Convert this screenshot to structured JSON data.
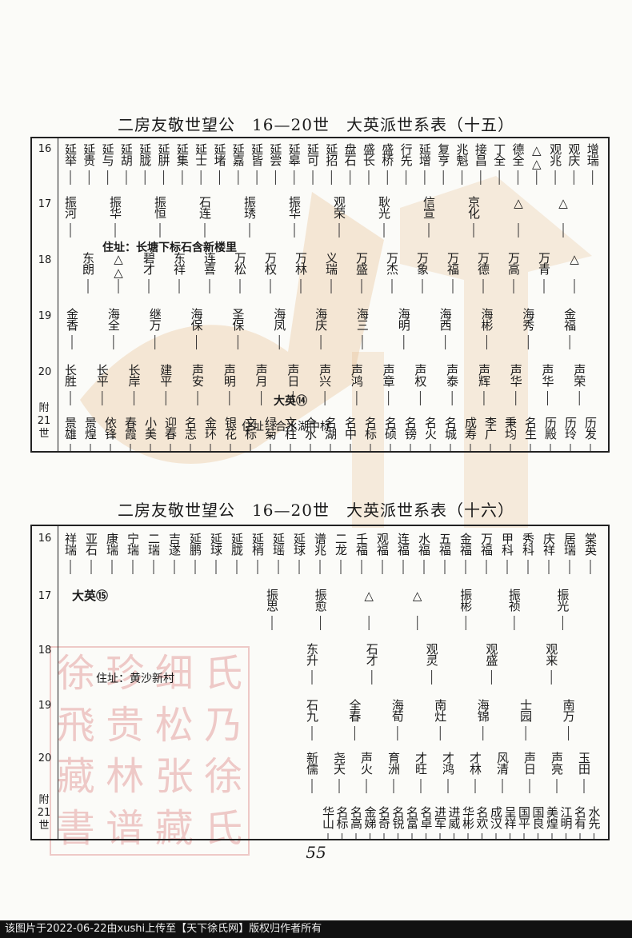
{
  "page_title_1": "二房友敬世望公　16—20世　大英派世系表（十五）",
  "page_title_2": "二房友敬世望公　16—20世　大英派世系表（十六）",
  "gen_labels": [
    "16",
    "17",
    "18",
    "19",
    "20",
    "附21世"
  ],
  "table1": {
    "g16": [
      "延举",
      "延贵",
      "延与",
      "延胡",
      "延胧",
      "延肼",
      "延集",
      "延士",
      "延堵",
      "延嘉",
      "延皆",
      "延尝",
      "延皋",
      "延可",
      "延招",
      "盘石",
      "盛长",
      "盛桥",
      "行先",
      "延增",
      "复亨",
      "兆魁",
      "接昌",
      "丁全",
      "德全",
      "△△",
      "观兆",
      "观庆",
      "增瑞"
    ],
    "g17": [
      "振河",
      "振华",
      "振恒",
      "石连",
      "振琇",
      "振华",
      "观荣",
      "耿光",
      "信宣",
      "京化",
      "△",
      "△"
    ],
    "g18": [
      "东朗",
      "△△",
      "碧才",
      "东祥",
      "连喜",
      "万松",
      "万权",
      "万林",
      "义瑞",
      "万盛",
      "万杰",
      "万象",
      "万福",
      "万德",
      "万高",
      "万青",
      "△"
    ],
    "g19": [
      "金香",
      "海全",
      "继万",
      "海保",
      "圣保",
      "海凤",
      "海庆",
      "海三",
      "海明",
      "海西",
      "海彬",
      "海秀",
      "金福"
    ],
    "g20": [
      "长胜",
      "长平",
      "长岸",
      "建平",
      "声安",
      "声明",
      "声月",
      "声日",
      "声兴",
      "声鸿",
      "声章",
      "声权",
      "声泰",
      "声辉",
      "声华",
      "声华",
      "声荣"
    ],
    "g21": [
      "景雄",
      "景煌",
      "依锋",
      "春霞",
      "小美",
      "迎春",
      "名志",
      "金环",
      "银花",
      "文标",
      "绿菊",
      "文柱",
      "合水",
      "名湖",
      "名中",
      "名标",
      "名硕",
      "名镑",
      "名火",
      "名城",
      "成寿",
      "李广",
      "秉均",
      "名生",
      "历殿",
      "历玲",
      "历发"
    ],
    "address": "住址：长塘下标石含新楼里",
    "address2": "住址：合水湖中标",
    "note": "大英⑭"
  },
  "table2": {
    "g16": [
      "祥瑞",
      "亚石",
      "康瑞",
      "宁瑞",
      "二瑞",
      "吉遂",
      "延鹏",
      "延球",
      "延胧",
      "延梢",
      "延瑶",
      "延球",
      "谱兆",
      "二龙",
      "壬福",
      "观福",
      "连福",
      "水福",
      "五福",
      "金福",
      "万福",
      "甲科",
      "秀科",
      "庆祥",
      "居瑞",
      "棠英"
    ],
    "g17": [
      "振思",
      "振愈",
      "△",
      "△",
      "振彬",
      "振祯",
      "振光"
    ],
    "g18": [
      "东升",
      "石才",
      "观灵",
      "观盛",
      "观来"
    ],
    "g19": [
      "石九",
      "全春",
      "海荀",
      "南灶",
      "海锦",
      "士园",
      "南万"
    ],
    "g20": [
      "新儒",
      "尧天",
      "声火",
      "育洲",
      "才旺",
      "才鸿",
      "才林",
      "风清",
      "声日",
      "声亮",
      "玉田"
    ],
    "g21": [
      "华山",
      "名标",
      "名高",
      "金娣",
      "名奇",
      "名锐",
      "名富",
      "名卓",
      "进军",
      "进威",
      "华彬",
      "名欢",
      "成汉",
      "呈祥",
      "国平",
      "国良",
      "美煌",
      "江明",
      "名有",
      "水先"
    ],
    "address": "住址：黄沙新村",
    "note": "大英⑮"
  },
  "page_number": "55",
  "footer": "该图片于2022-06-22由xushi上传至【天下徐氏网】版权归作者所有",
  "seal_chars": [
    "徐",
    "珍",
    "细",
    "氏",
    "飛",
    "贵",
    "松",
    "乃",
    "藏",
    "林",
    "张",
    "徐",
    "書",
    "谱",
    "藏",
    "氏"
  ]
}
